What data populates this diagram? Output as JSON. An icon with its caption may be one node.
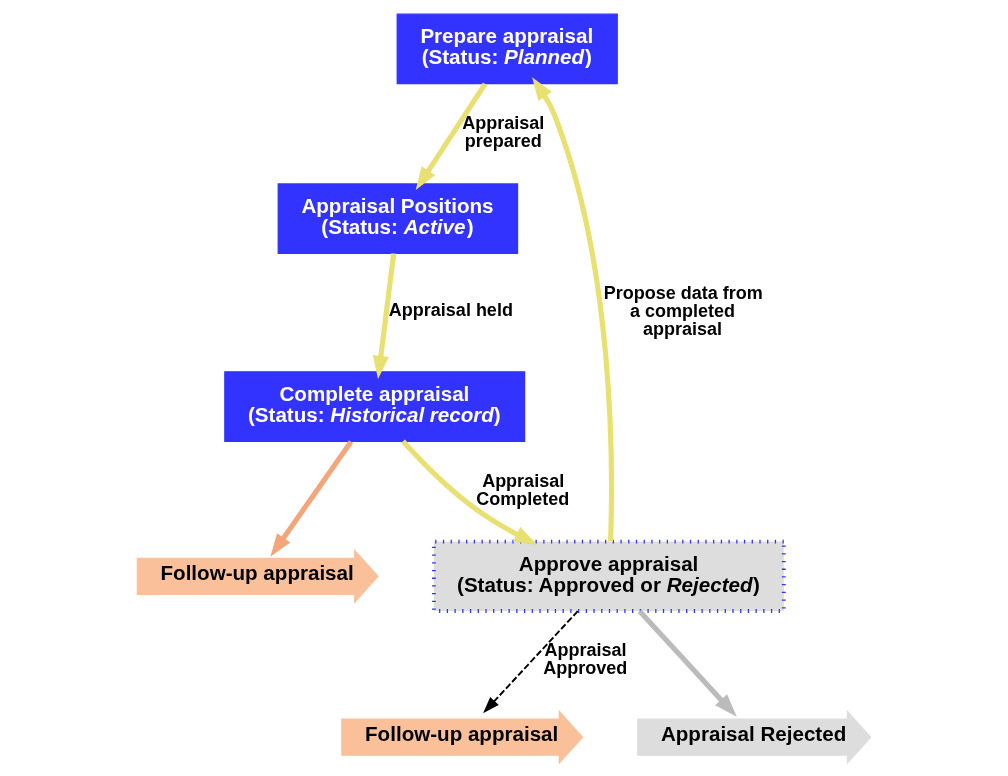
{
  "diagram": {
    "nodes": [
      {
        "text": [
          "Prepare appraisal",
          "(Status: *Planned*)"
        ]
      },
      {
        "text": [
          "Appraisal Positions",
          "(Status: *Active*)"
        ]
      },
      {
        "text": [
          "Complete appraisal",
          "(Status: *Historical record*)"
        ]
      },
      {
        "text": [
          "Approve appraisal",
          "(Status: Approved or *Rejected*)"
        ]
      },
      {
        "text": [
          "Follow-up appraisal"
        ]
      },
      {
        "text": [
          "Appraisal Rejected"
        ]
      },
      {
        "text": [
          "Follow-up appraisal"
        ]
      }
    ],
    "edges": [
      {
        "from": 0,
        "to": 1,
        "arrow": "to",
        "label": "Appraisal prepared"
      },
      {
        "from": 1,
        "to": 2,
        "arrow": "to",
        "label": "Appraisal held"
      },
      {
        "from": 2,
        "to": 3,
        "arrow": "to",
        "label": "Appraisal Completed"
      },
      {
        "from": 3,
        "to": 0,
        "arrow": "to",
        "label": "Propose data from a completed appraisal"
      },
      {
        "from": 3,
        "to": 4,
        "arrow": "to",
        "label": "Appraisal Approved",
        "style": "dashed",
        "color": "#000000"
      },
      {
        "from": 3,
        "to": 5,
        "arrow": "to",
        "color": "#bbbbbb"
      },
      {
        "from": 2,
        "to": 6,
        "arrow": "to",
        "color": "#f4a57a"
      }
    ]
  }
}
